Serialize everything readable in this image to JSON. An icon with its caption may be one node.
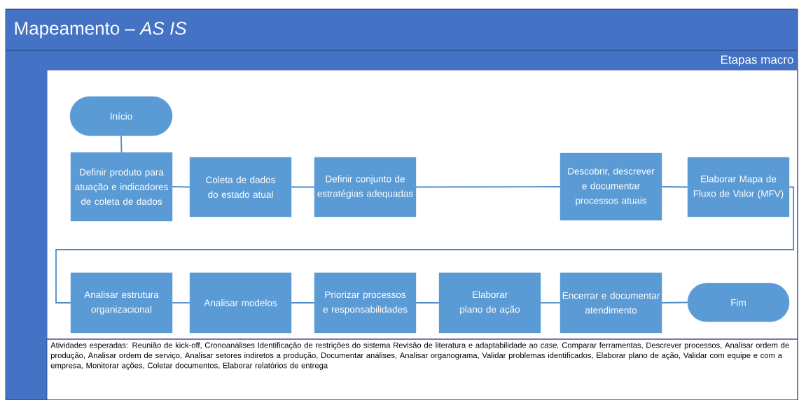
{
  "diagram": {
    "title": "Mapeamento – *AS IS*",
    "nodes": [
      {
        "text": [
          "Início"
        ]
      },
      {
        "text": [
          "Definir produto para atuação e indicadores de coleta de dados"
        ]
      },
      {
        "text": [
          "Coleta de dados do estado atual"
        ]
      },
      {
        "text": [
          "Definir conjunto de estratégias adequadas"
        ]
      },
      {
        "text": [
          "Descobrir, descrever e documentar processos atuais"
        ]
      },
      {
        "text": [
          "Elaborar Mapa de Fluxo de Valor (MFV)"
        ]
      },
      {
        "text": [
          "Analisar estrutura organizacional"
        ]
      },
      {
        "text": [
          "Analisar modelos"
        ]
      },
      {
        "text": [
          "Priorizar processos e responsabilidades"
        ]
      },
      {
        "text": [
          "Elaborar plano de ação"
        ]
      },
      {
        "text": [
          "Encerrar e documentar atendimento"
        ]
      },
      {
        "text": [
          "Fim"
        ]
      }
    ],
    "edges": [
      {
        "from": 0,
        "to": 1,
        "arrow": "none"
      },
      {
        "from": 1,
        "to": 2,
        "arrow": "none"
      },
      {
        "from": 2,
        "to": 3,
        "arrow": "none"
      },
      {
        "from": 3,
        "to": 4,
        "arrow": "none"
      },
      {
        "from": 4,
        "to": 5,
        "arrow": "none"
      },
      {
        "from": 5,
        "to": 6,
        "arrow": "none"
      },
      {
        "from": 6,
        "to": 7,
        "arrow": "none"
      },
      {
        "from": 7,
        "to": 8,
        "arrow": "none"
      },
      {
        "from": 8,
        "to": 9,
        "arrow": "none"
      },
      {
        "from": 9,
        "to": 10,
        "arrow": "none"
      },
      {
        "from": 10,
        "to": 11,
        "arrow": "none"
      }
    ],
    "labels": [
      "Etapas macro",
      "Atividades esperadas: Reunião de kick-off, Cronoanálises Identificação de restrições do sistema Revisão de literatura e adaptabilidade ao *case,* Comparar ferramentas, Descrever processos, Analisar ordem de produção, Analisar ordem de serviço, Analisar setores indiretos a produção, Documentar análises, Analisar organograma, Validar problemas identificados, Elaborar plano de ação, Validar com equipe e com a empresa, Monitorar ações, Coletar documentos, Elaborar relatórios de entrega"
    ]
  }
}
